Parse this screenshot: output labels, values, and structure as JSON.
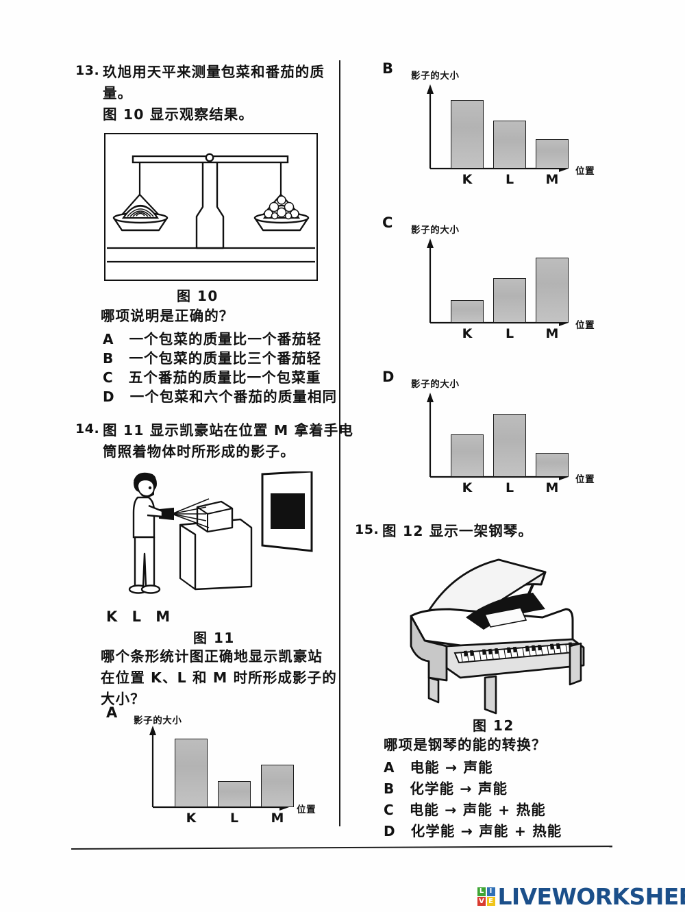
{
  "page": {
    "background": "#fefefe",
    "ink_color": "#111111"
  },
  "questions": [
    {
      "number": "13.",
      "stem_lines": [
        "玖旭用天平来测量包菜和番茄的质",
        "量。",
        "图 10 显示观察结果。"
      ],
      "figure_caption": "图 10",
      "figure_description": "balance-scale-cabbage-tomatoes",
      "prompt": "哪项说明是正确的？",
      "options": [
        {
          "letter": "A",
          "text": "一个包菜的质量比一个番茄轻"
        },
        {
          "letter": "B",
          "text": "一个包菜的质量比三个番茄轻"
        },
        {
          "letter": "C",
          "text": "五个番茄的质量比一个包菜重"
        },
        {
          "letter": "D",
          "text": "一个包菜和六个番茄的质量相同"
        }
      ]
    },
    {
      "number": "14.",
      "stem_lines": [
        "图 11 显示凯豪站在位置 M 拿着手电",
        "筒照着物体时所形成的影子。"
      ],
      "position_markers": "K L M",
      "figure_caption": "图 11",
      "prompt_lines": [
        "哪个条形统计图正确地显示凯豪站",
        "在位置 K、L 和 M 时所形成影子的",
        "大小？"
      ]
    },
    {
      "number": "15.",
      "stem_lines": [
        "图 12 显示一架钢琴。"
      ],
      "figure_caption": "图 12",
      "figure_description": "grand-piano",
      "prompt": "哪项是钢琴的能的转换？",
      "options": [
        {
          "letter": "A",
          "text": "电能 → 声能"
        },
        {
          "letter": "B",
          "text": "化学能 → 声能"
        },
        {
          "letter": "C",
          "text": "电能 → 声能 + 热能"
        },
        {
          "letter": "D",
          "text": "化学能 → 声能 + 热能"
        }
      ]
    }
  ],
  "chart_data": [
    {
      "id": "A",
      "type": "bar",
      "option_letter": "A",
      "categories": [
        "K",
        "L",
        "M"
      ],
      "values": [
        100,
        38,
        62
      ],
      "ylabel": "影子的大小",
      "xlabel": "位置",
      "ylim": [
        0,
        115
      ],
      "grid": false,
      "legend": "none"
    },
    {
      "id": "B",
      "type": "bar",
      "option_letter": "B",
      "categories": [
        "K",
        "L",
        "M"
      ],
      "values": [
        100,
        70,
        43
      ],
      "ylabel": "影子的大小",
      "xlabel": "位置",
      "ylim": [
        0,
        115
      ],
      "grid": false,
      "legend": "none"
    },
    {
      "id": "C",
      "type": "bar",
      "option_letter": "C",
      "categories": [
        "K",
        "L",
        "M"
      ],
      "values": [
        33,
        65,
        95
      ],
      "ylabel": "影子的大小",
      "xlabel": "位置",
      "ylim": [
        0,
        115
      ],
      "grid": false,
      "legend": "none"
    },
    {
      "id": "D",
      "type": "bar",
      "option_letter": "D",
      "categories": [
        "K",
        "L",
        "M"
      ],
      "values": [
        62,
        92,
        35
      ],
      "ylabel": "影子的大小",
      "xlabel": "位置",
      "ylim": [
        0,
        115
      ],
      "grid": false,
      "legend": "none"
    }
  ],
  "footer": {
    "logo_cells": [
      {
        "letter": "L",
        "color": "#3fa535"
      },
      {
        "letter": "I",
        "color": "#2f6fb5"
      },
      {
        "letter": "V",
        "color": "#d93b30"
      },
      {
        "letter": "E",
        "color": "#f0c419"
      }
    ],
    "logo_text": "LIVEWORKSHEETS",
    "logo_text_color": "#1b4f8a"
  }
}
